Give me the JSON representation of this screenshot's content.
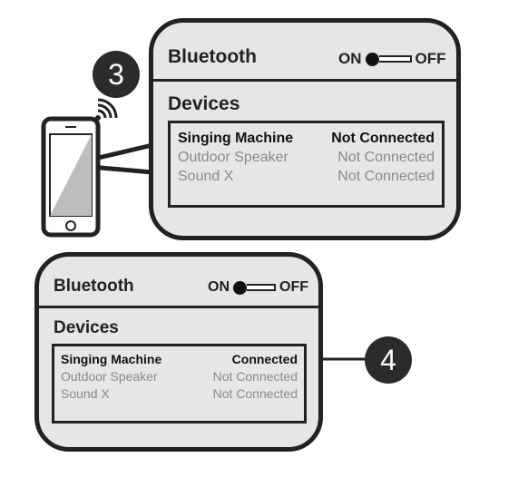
{
  "step_top": {
    "number": "3"
  },
  "step_bottom": {
    "number": "4"
  },
  "panel_top": {
    "bluetooth_label": "Bluetooth",
    "toggle_on": "ON",
    "toggle_off": "OFF",
    "devices_label": "Devices",
    "devices": [
      {
        "name": "Singing Machine",
        "status": "Not Connected"
      },
      {
        "name": "Outdoor Speaker",
        "status": "Not Connected"
      },
      {
        "name": "Sound X",
        "status": "Not Connected"
      }
    ]
  },
  "panel_bottom": {
    "bluetooth_label": "Bluetooth",
    "toggle_on": "ON",
    "toggle_off": "OFF",
    "devices_label": "Devices",
    "devices": [
      {
        "name": "Singing Machine",
        "status": "Connected"
      },
      {
        "name": "Outdoor Speaker",
        "status": "Not Connected"
      },
      {
        "name": "Sound X",
        "status": "Not Connected"
      }
    ]
  },
  "colors": {
    "panel_bg": "#e6e6e6",
    "outline": "#222222",
    "dim_text": "#8a8a8a",
    "badge_bg": "#2b2b2b"
  },
  "icons": [
    "smartphone-icon",
    "wireless-signal-icon"
  ]
}
